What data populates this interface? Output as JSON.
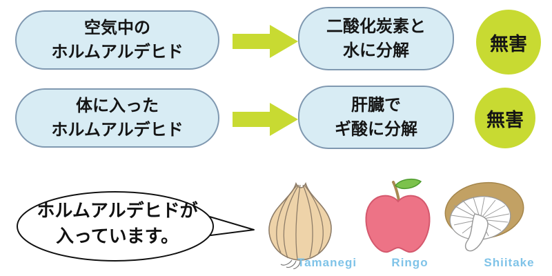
{
  "flows": [
    {
      "source": {
        "line1": "空気中の",
        "line2": "ホルムアルデヒド"
      },
      "result": {
        "line1": "二酸化炭素と",
        "line2": "水に分解"
      },
      "badge": "無害"
    },
    {
      "source": {
        "line1": "体に入った",
        "line2": "ホルムアルデヒド"
      },
      "result": {
        "line1": "肝臓で",
        "line2": "ギ酸に分解"
      },
      "badge": "無害"
    }
  ],
  "speech_bubble": {
    "line1": "ホルムアルデヒドが",
    "line2": "入っています。"
  },
  "produce": [
    {
      "icon": "onion-illustration",
      "label": "Tamanegi"
    },
    {
      "icon": "apple-illustration",
      "label": "Ringo"
    },
    {
      "icon": "shiitake-illustration",
      "label": "Shiitake"
    }
  ],
  "colors": {
    "pill_fill": "#d8ecf4",
    "pill_border": "#7f98b0",
    "arrow_green": "#c8da32",
    "badge_green": "#c8da32",
    "bubble_outline": "#111111",
    "label_blue": "#7fc3e8",
    "onion_fill": "#eed3a9",
    "onion_stroke": "#8d7c68",
    "apple_fill": "#ed7386",
    "apple_stroke": "#d4586d",
    "leaf_green": "#7cc24c",
    "mushroom_cap": "#c2a164",
    "text_black": "#151515"
  }
}
